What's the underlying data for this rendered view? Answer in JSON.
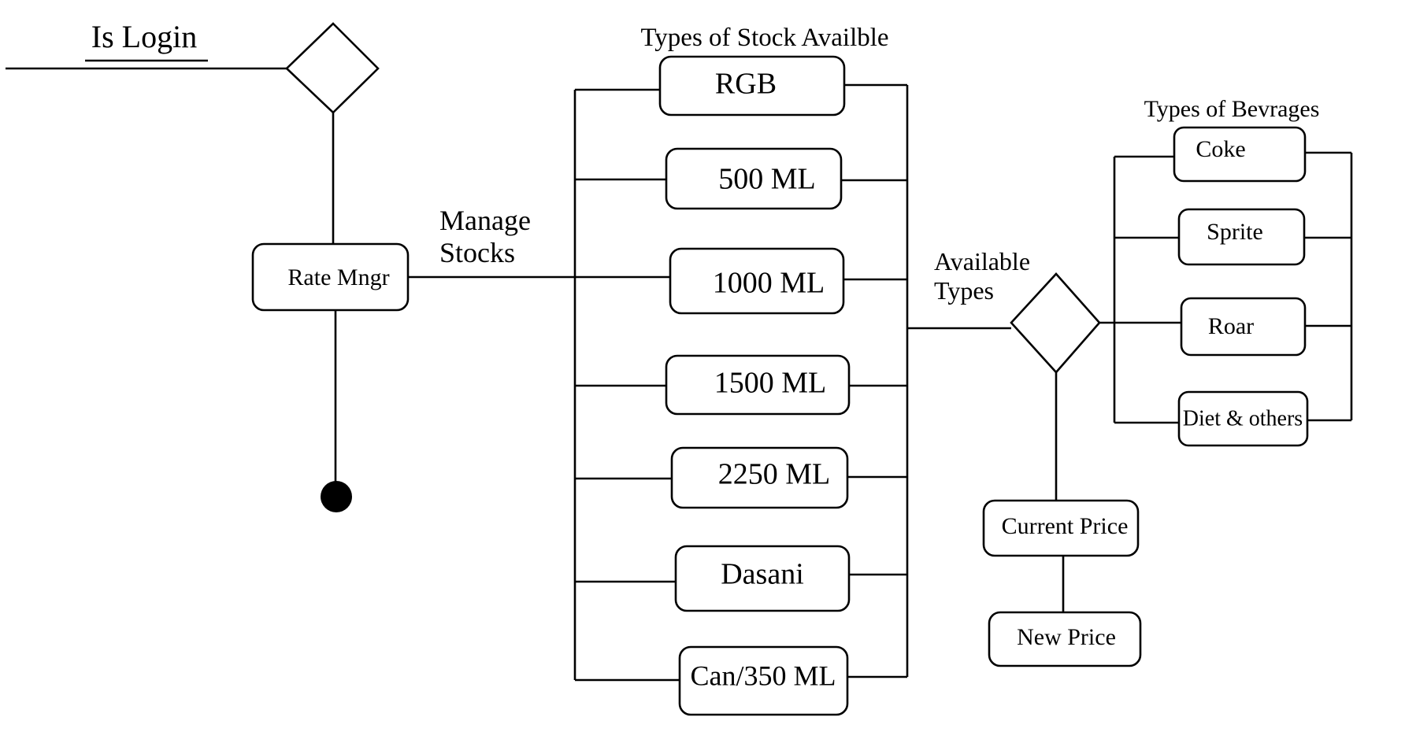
{
  "login": {
    "label": "Is Login"
  },
  "rate_manager": {
    "label": "Rate Mngr"
  },
  "manage_stocks": {
    "line1": "Manage",
    "line2": "Stocks"
  },
  "stock_types": {
    "title": "Types of Stock Availble",
    "items": [
      "RGB",
      "500 ML",
      "1000 ML",
      "1500 ML",
      "2250 ML",
      "Dasani",
      "Can/350 ML"
    ]
  },
  "available_types": {
    "line1": "Available",
    "line2": "Types"
  },
  "beverages": {
    "title": "Types of Bevrages",
    "items": [
      "Coke",
      "Sprite",
      "Roar",
      "Diet & others"
    ]
  },
  "prices": {
    "current": "Current Price",
    "new": "New Price"
  }
}
